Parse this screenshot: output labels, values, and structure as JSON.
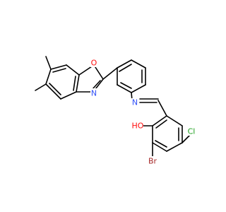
{
  "molecule": {
    "atoms": {
      "O_oxazole": {
        "text": "O",
        "color": "#ff0d0d"
      },
      "N_oxazole": {
        "text": "N",
        "color": "#3050f8"
      },
      "N_imine": {
        "text": "N",
        "color": "#3050f8"
      },
      "OH": {
        "text": "HO",
        "color": "#ff0d0d"
      },
      "Cl": {
        "text": "Cl",
        "color": "#1fa01f"
      },
      "Br": {
        "text": "Br",
        "color": "#a62929"
      }
    },
    "bond_color": "#000000"
  }
}
